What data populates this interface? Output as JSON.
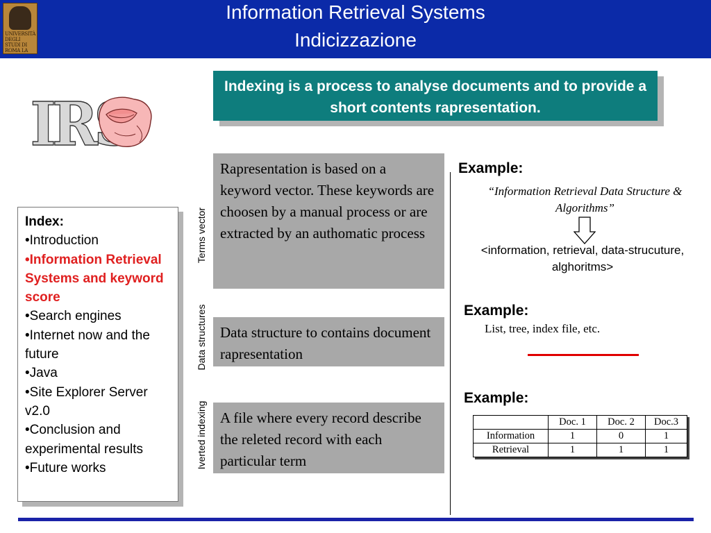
{
  "header": {
    "title_line1": "Information Retrieval Systems",
    "title_line2": "Indicizzazione",
    "background_color": "#0b2aa8",
    "logo_text": "UNIVERSITÀ DEGLI STUDI DI ROMA LA SAPIENZA"
  },
  "irs_logo": {
    "text": "IRS",
    "icon": "lips-icon"
  },
  "definition": {
    "text": "Indexing is a process to analyse documents and to provide a short contents rapresentation.",
    "color": "#0e7d7d"
  },
  "index": {
    "title": "Index:",
    "items": [
      {
        "label": "•Introduction",
        "active": false
      },
      {
        "label": "•Information Retrieval Systems and keyword score",
        "active": true
      },
      {
        "label": "•Search engines",
        "active": false
      },
      {
        "label": "•Internet now and the future",
        "active": false
      },
      {
        "label": "•Java",
        "active": false
      },
      {
        "label": "•Site Explorer Server v2.0",
        "active": false
      },
      {
        "label": "•Conclusion and experimental results",
        "active": false
      },
      {
        "label": "•Future works",
        "active": false
      }
    ],
    "active_color": "#e02020"
  },
  "sections": [
    {
      "vertical_label": "Terms vector",
      "text": "Rapresentation is based on a keyword vector. These keywords are choosen by a manual process or are extracted by an authomatic process"
    },
    {
      "vertical_label": "Data structures",
      "text": "Data structure to contains document rapresentation"
    },
    {
      "vertical_label": "Iverted indexing",
      "text": "A file where every record describe the releted record with each particular term"
    }
  ],
  "examples": {
    "ex1": {
      "label": "Example:",
      "quote": "“Information Retrieval Data Structure & Algorithms”",
      "keywords": "<information, retrieval, data-strucuture, alghoritms>",
      "icon": "down-arrow-icon"
    },
    "ex2": {
      "label": "Example:",
      "text": "List, tree, index file, etc.",
      "accent_color": "#e00000"
    },
    "ex3": {
      "label": "Example:",
      "table": {
        "headers": [
          "",
          "Doc. 1",
          "Doc. 2",
          "Doc.3"
        ],
        "rows": [
          [
            "Information",
            "1",
            "0",
            "1"
          ],
          [
            "Retrieval",
            "1",
            "1",
            "1"
          ]
        ]
      }
    }
  },
  "footer": {
    "line_color": "#1a22a8"
  }
}
